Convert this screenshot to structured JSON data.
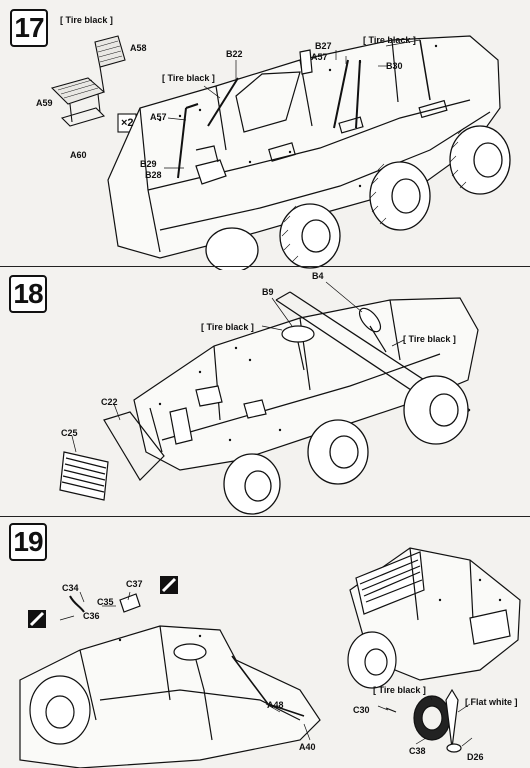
{
  "steps": [
    {
      "number": "17",
      "labels": {
        "tire_black_1": "[ Tire black ]",
        "tire_black_2": "[ Tire black ]",
        "tire_black_3": "[ Tire black ]",
        "a58": "A58",
        "a59": "A59",
        "a60": "A60",
        "qty": "×2",
        "b22": "B22",
        "b27": "B27",
        "a57_top": "A57",
        "b30": "B30",
        "a57_left": "A57",
        "b29": "B29",
        "b28": "B28"
      }
    },
    {
      "number": "18",
      "labels": {
        "b9": "B9",
        "b4": "B4",
        "tire_black_1": "[ Tire black ]",
        "tire_black_2": "[ Tire black ]",
        "c22": "C22",
        "c25": "C25"
      }
    },
    {
      "number": "19",
      "labels": {
        "c34": "C34",
        "c35": "C35",
        "c36": "C36",
        "c37": "C37",
        "a48": "A48",
        "a40": "A40",
        "c30": "C30",
        "tire_black": "[ Tire black ]",
        "flat_white": "[ Flat white ]",
        "c38": "C38",
        "d26": "D26"
      }
    }
  ]
}
